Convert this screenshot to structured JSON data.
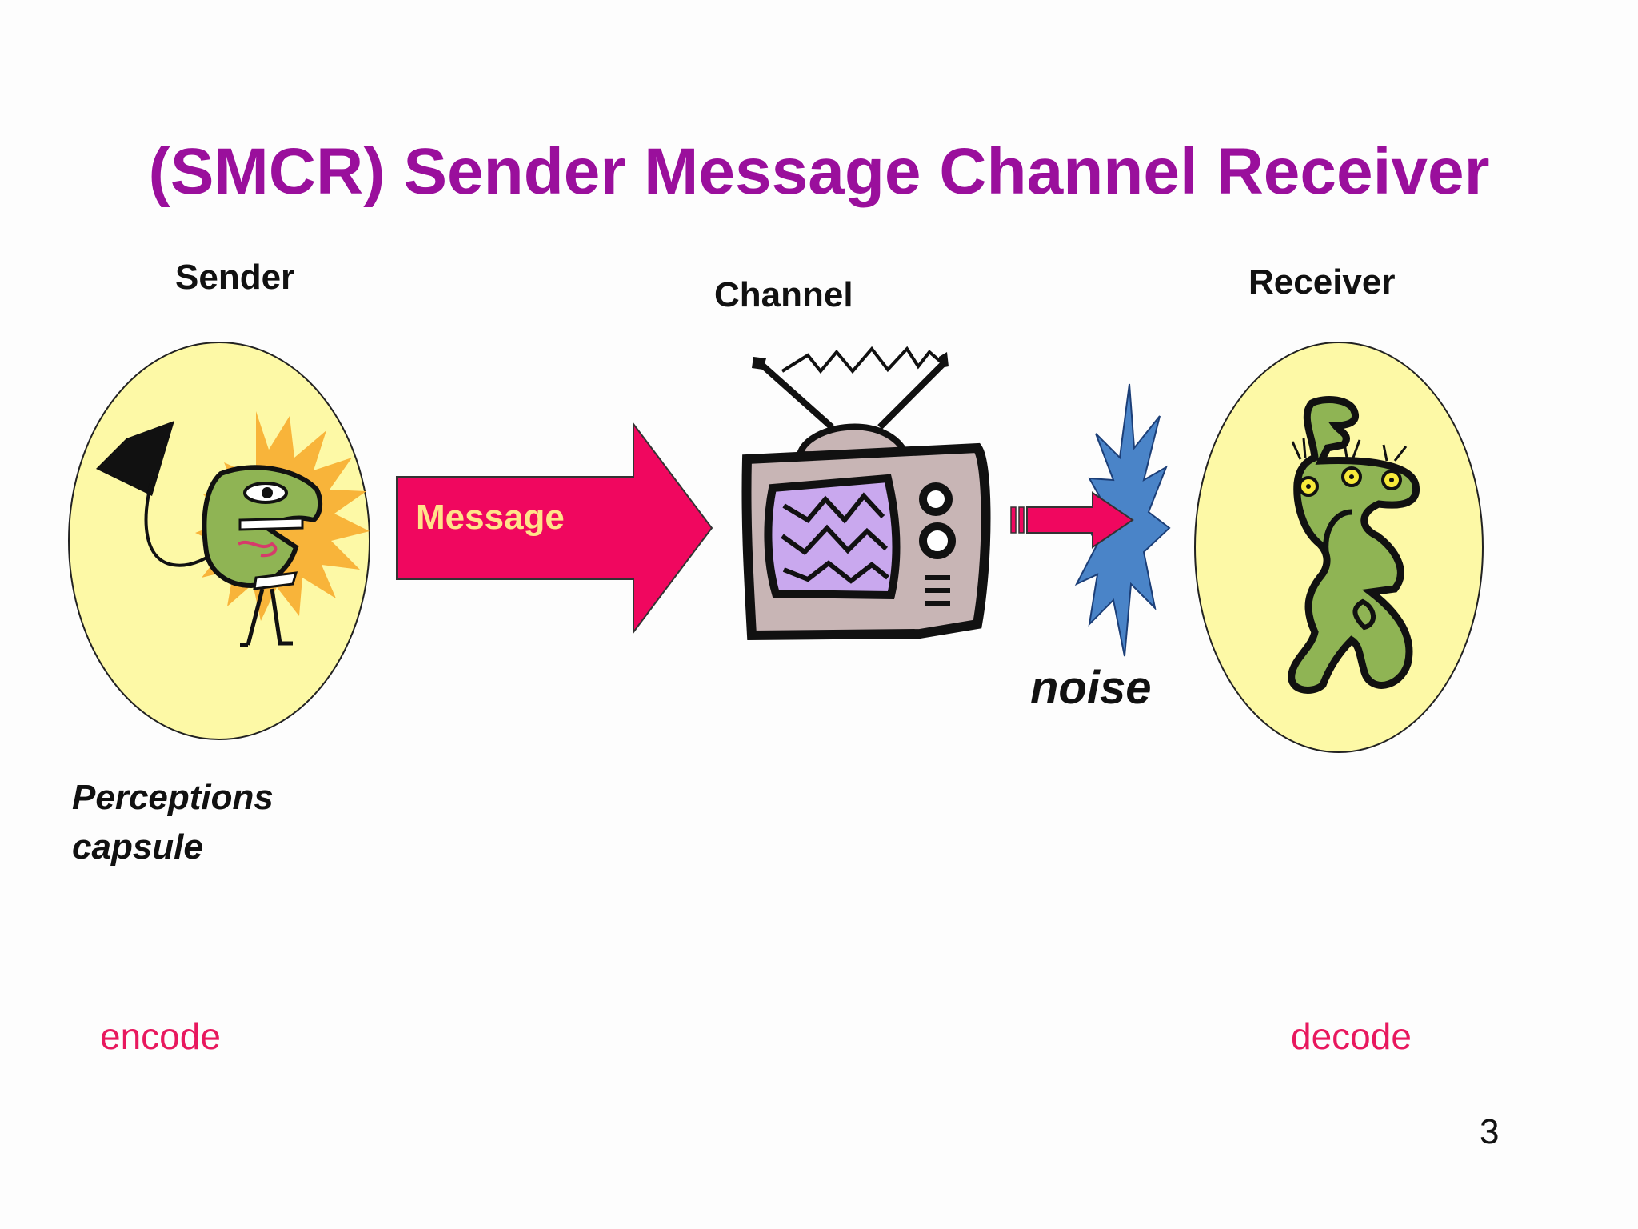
{
  "slide": {
    "title": "(SMCR) Sender Message Channel Receiver",
    "page_number": "3"
  },
  "labels": {
    "sender": "Sender",
    "channel": "Channel",
    "receiver": "Receiver",
    "message": "Message",
    "noise": "noise",
    "perceptions_line1": "Perceptions",
    "perceptions_line2": "capsule",
    "encode": "encode",
    "decode": "decode"
  },
  "colors": {
    "title": "#9a0f9c",
    "arrow": "#f0075f",
    "ellipse_fill": "#fdf9a6",
    "noise_burst": "#4a84c8",
    "encode_decode": "#e8185e",
    "message_text": "#ffe38a"
  },
  "icons": {
    "sender_figure": "shouting-figure-icon",
    "channel_figure": "television-icon",
    "receiver_figure": "alien-figure-icon",
    "noise_figure": "noise-burst-icon"
  }
}
